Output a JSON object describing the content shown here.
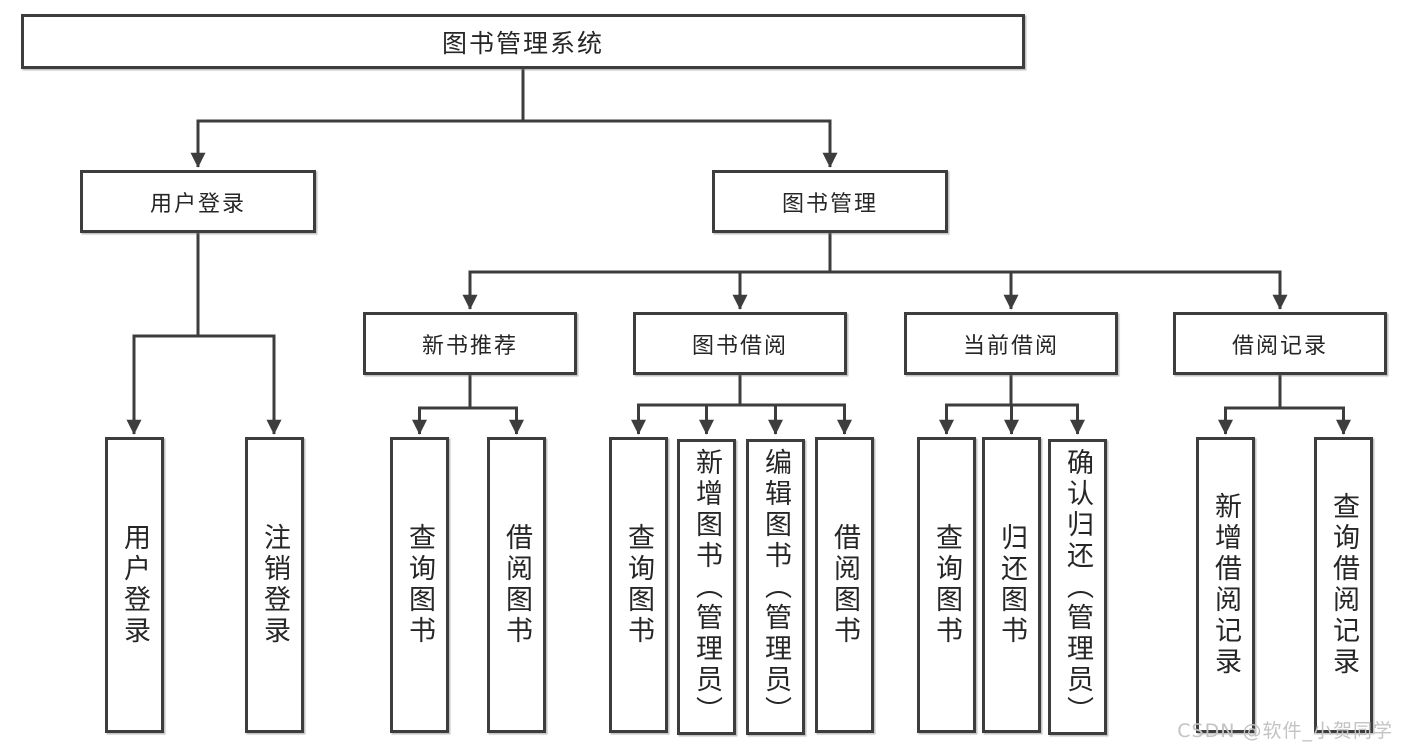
{
  "diagram": {
    "type": "hierarchy-tree",
    "title": "图书管理系统",
    "watermark": "CSDN @软件_小贺同学",
    "colors": {
      "background": "#ffffff",
      "line": "#3d3d3d",
      "box_border": "#3d3d3d",
      "text": "#262626",
      "watermark": "#c3c3c3"
    },
    "nodes": {
      "root": {
        "label": "图书管理系统",
        "children": [
          "user-login",
          "book-management"
        ]
      },
      "user-login": {
        "label": "用户登录",
        "children": [
          "leaf-user-login",
          "leaf-logout"
        ]
      },
      "book-management": {
        "label": "图书管理",
        "children": [
          "new-book-recommend",
          "book-borrowing",
          "current-borrowing",
          "borrowing-records"
        ]
      },
      "new-book-recommend": {
        "label": "新书推荐",
        "children": [
          "leaf-query-books-1",
          "leaf-borrow-books-1"
        ]
      },
      "book-borrowing": {
        "label": "图书借阅",
        "children": [
          "leaf-query-books-2",
          "leaf-add-books",
          "leaf-edit-books",
          "leaf-borrow-books-2"
        ]
      },
      "current-borrowing": {
        "label": "当前借阅",
        "children": [
          "leaf-query-books-3",
          "leaf-return-books",
          "leaf-confirm-return"
        ]
      },
      "borrowing-records": {
        "label": "借阅记录",
        "children": [
          "leaf-add-borrow-record",
          "leaf-query-borrow-record"
        ]
      },
      "leaf-user-login": {
        "label": "用户登录"
      },
      "leaf-logout": {
        "label": "注销登录"
      },
      "leaf-query-books-1": {
        "label": "查询图书"
      },
      "leaf-borrow-books-1": {
        "label": "借阅图书"
      },
      "leaf-query-books-2": {
        "label": "查询图书"
      },
      "leaf-add-books": {
        "label": "新增图书（管理员）"
      },
      "leaf-edit-books": {
        "label": "编辑图书（管理员）"
      },
      "leaf-borrow-books-2": {
        "label": "借阅图书"
      },
      "leaf-query-books-3": {
        "label": "查询图书"
      },
      "leaf-return-books": {
        "label": "归还图书"
      },
      "leaf-confirm-return": {
        "label": "确认归还（管理员）"
      },
      "leaf-add-borrow-record": {
        "label": "新增借阅记录"
      },
      "leaf-query-borrow-record": {
        "label": "查询借阅记录"
      }
    }
  }
}
